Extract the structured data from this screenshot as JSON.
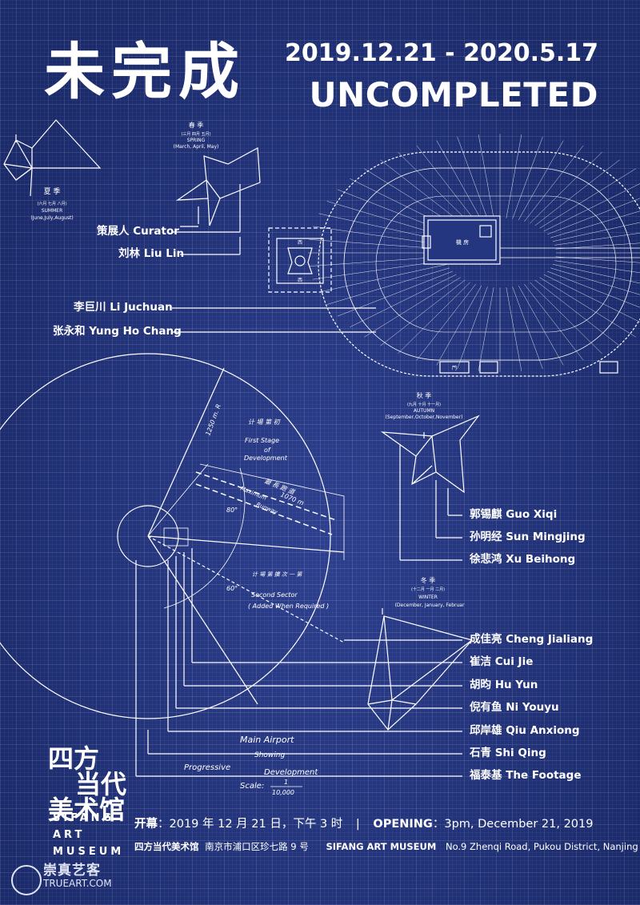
{
  "title_cn": "未完成",
  "dates": "2019.12.21 - 2020.5.17",
  "title_en": "UNCOMPLETED",
  "credits": {
    "curator_label": "策展人 Curator",
    "curator_name": "刘林 Liu Lin",
    "person_1": "李巨川 Li Juchuan",
    "person_2": "张永和 Yung Ho Chang"
  },
  "artists": [
    "郭锡麒 Guo Xiqi",
    "孙明经 Sun Mingjing",
    "徐悲鸿 Xu Beihong",
    "成佳亮 Cheng Jialiang",
    "崔洁 Cui Jie",
    "胡昀 Hu Yun",
    "倪有鱼 Ni Youyu",
    "邱岸雄 Qiu Anxiong",
    "石青 Shi Qing",
    "福泰基 The Footage"
  ],
  "drawing_labels": {
    "spring_cn": "春 季",
    "spring_months_cn": "(三月 四月 五月)",
    "spring_en": "SPRING",
    "spring_months_en": "(March, April, May)",
    "summer_cn": "夏 季",
    "summer_months_cn": "(六月 七月 八月)",
    "summer_en": "SUMMER",
    "summer_months_en": "(June,July,August)",
    "autumn_cn": "秋 季",
    "autumn_months_cn": "(九月 十月 十一月)",
    "autumn_en": "AUTUMN",
    "autumn_months_en": "(September,October,November)",
    "winter_cn": "冬 季",
    "winter_months_cn": "(十二月 一月 二月)",
    "winter_en": "WINTER",
    "winter_months_en": "(December, January, Februar",
    "first_stage_cn": "计 場 第 初",
    "first_stage_1": "First Stage",
    "first_stage_2": "of",
    "first_stage_3": "Development",
    "runway_cn": "最 長 跑 道",
    "runway_len": "1070 m",
    "runway_1": "Maximum",
    "runway_2": "Runway",
    "second_cn": "计 場 第 擴 次 一 第",
    "second_1": "Second  Sector",
    "second_2": "( Added When Required )",
    "radius_label": "1250 m. R",
    "angle_1": "80°",
    "angle_2": "60°",
    "main_airport": "Main   Airport",
    "showing": "Showing",
    "progressive": "Progressive",
    "development": "Development",
    "scale": "Scale:",
    "scale_num": "1",
    "scale_den": "10,000",
    "hall_label": "機 房",
    "small_top": "西",
    "small_bottom": "西",
    "gate_label": "門"
  },
  "museum": {
    "logo_line1": "四方",
    "logo_line2": "当代",
    "logo_line3": "美术馆",
    "en_1": "SIFANG",
    "en_2": "ART",
    "en_3": "MUSEUM"
  },
  "opening": {
    "cn_label": "开幕",
    "cn_value": "：2019 年 12 月 21 日，下午 3 时",
    "separator": "|",
    "en_label": "OPENING",
    "en_value": "：3pm, December 21, 2019"
  },
  "address": {
    "cn_name": "四方当代美术馆",
    "cn_addr": "南京市浦口区珍七路 9 号",
    "en_name": "SIFANG ART MUSEUM",
    "en_addr": "No.9  Zhenqi Road, Pukou District, Nanjing"
  },
  "watermark": {
    "cn": "崇真艺客",
    "en": "TRUEART.COM"
  }
}
